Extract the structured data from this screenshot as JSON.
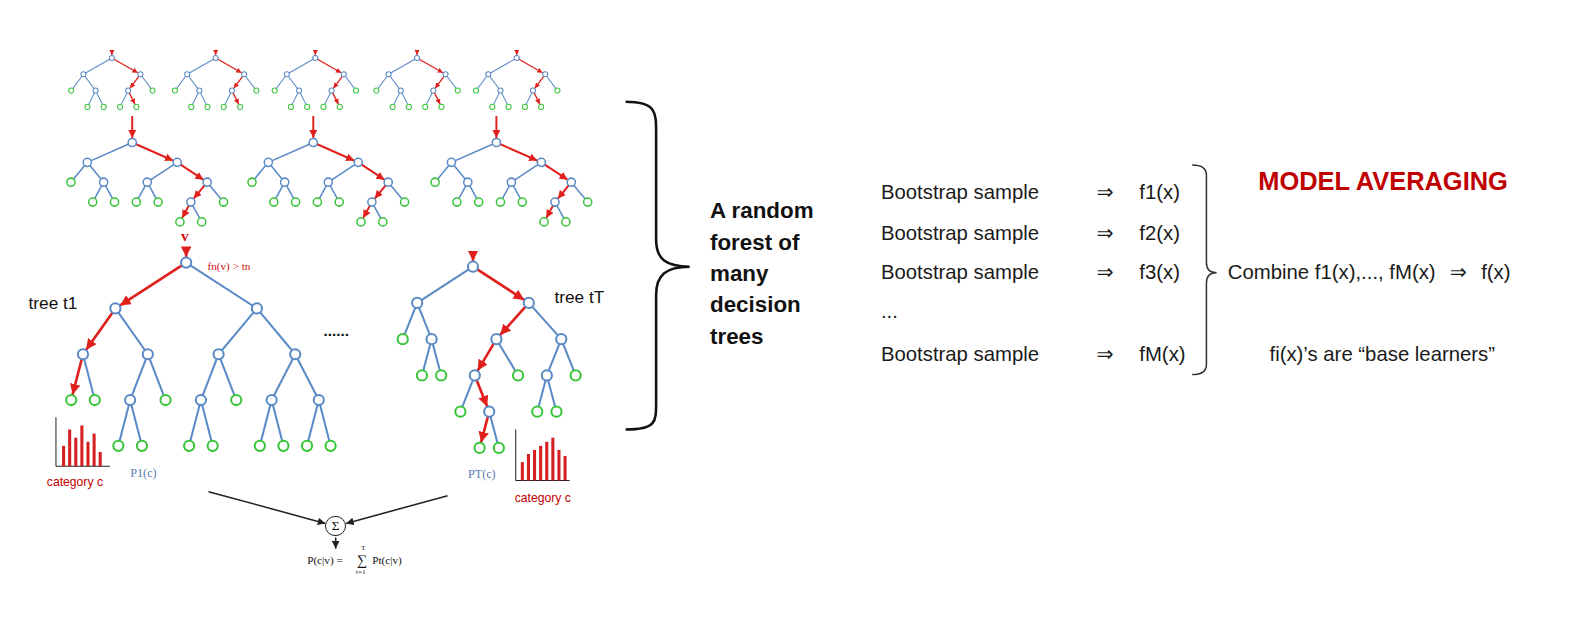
{
  "diagram": {
    "nodes": [
      {
        "text": [
          "Σ"
        ]
      }
    ],
    "labels": [
      "v",
      "fn(v) > tn",
      "tree t1",
      "......",
      "tree tT",
      "category c",
      "P1(c)",
      "PT(c)",
      "category c",
      "P(c|v) =",
      "T",
      "∑",
      "t=1",
      "Pt(c|v)",
      "A random forest of many decision trees",
      "Bootstrap sample",
      "⇒",
      "f1(x)",
      "MODEL AVERAGING",
      "Bootstrap sample",
      "⇒",
      "f2(x)",
      "Bootstrap sample",
      "⇒",
      "f3(x)",
      "Combine f1(x),..., fM(x)",
      "⇒",
      "f(x)",
      "...",
      "Bootstrap sample",
      "⇒",
      "fM(x)",
      "fi(x)’s are “base learners”"
    ]
  }
}
